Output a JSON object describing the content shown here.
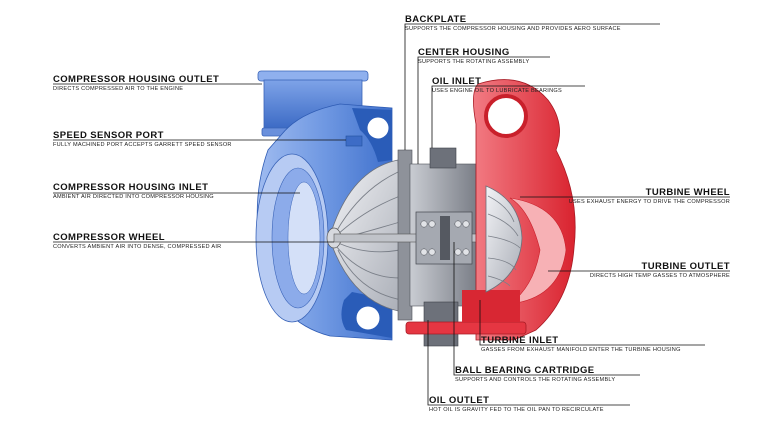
{
  "diagram": {
    "colors": {
      "compressor": "#4a7fd6",
      "compressor_light": "#9fbbf0",
      "compressor_dark": "#2a5cb8",
      "turbine": "#e8323e",
      "turbine_light": "#f59a9f",
      "turbine_dark": "#b81e28",
      "housing_gray": "#9a9ea6",
      "dark_gray": "#5a5e66",
      "line": "#111111"
    },
    "labels": [
      {
        "id": "compressor-housing-outlet",
        "title": "COMPRESSOR HOUSING OUTLET",
        "desc": "DIRECTS COMPRESSED AIR TO THE ENGINE"
      },
      {
        "id": "speed-sensor-port",
        "title": "SPEED SENSOR PORT",
        "desc": "FULLY MACHINED PORT ACCEPTS GARRETT SPEED SENSOR"
      },
      {
        "id": "compressor-housing-inlet",
        "title": "COMPRESSOR HOUSING INLET",
        "desc": "AMBIENT AIR DIRECTED INTO COMPRESSOR HOUSING"
      },
      {
        "id": "compressor-wheel",
        "title": "COMPRESSOR WHEEL",
        "desc": "CONVERTS AMBIENT AIR INTO DENSE, COMPRESSED AIR"
      },
      {
        "id": "backplate",
        "title": "BACKPLATE",
        "desc": "SUPPORTS THE COMPRESSOR HOUSING AND PROVIDES AERO SURFACE"
      },
      {
        "id": "center-housing",
        "title": "CENTER HOUSING",
        "desc": "SUPPORTS THE ROTATING ASSEMBLY"
      },
      {
        "id": "oil-inlet",
        "title": "OIL INLET",
        "desc": "USES ENGINE OIL TO LUBRICATE BEARINGS"
      },
      {
        "id": "turbine-wheel",
        "title": "TURBINE WHEEL",
        "desc": "USES EXHAUST ENERGY TO DRIVE THE COMPRESSOR"
      },
      {
        "id": "turbine-outlet",
        "title": "TURBINE OUTLET",
        "desc": "DIRECTS HIGH TEMP GASSES TO ATMOSPHERE"
      },
      {
        "id": "turbine-inlet",
        "title": "TURBINE INLET",
        "desc": "GASSES FROM EXHAUST MANIFOLD ENTER THE TURBINE HOUSING"
      },
      {
        "id": "ball-bearing-cartridge",
        "title": "BALL BEARING CARTRIDGE",
        "desc": "SUPPORTS AND CONTROLS THE ROTATING ASSEMBLY"
      },
      {
        "id": "oil-outlet",
        "title": "OIL OUTLET",
        "desc": "HOT OIL IS GRAVITY FED TO THE OIL PAN TO RECIRCULATE"
      }
    ]
  }
}
